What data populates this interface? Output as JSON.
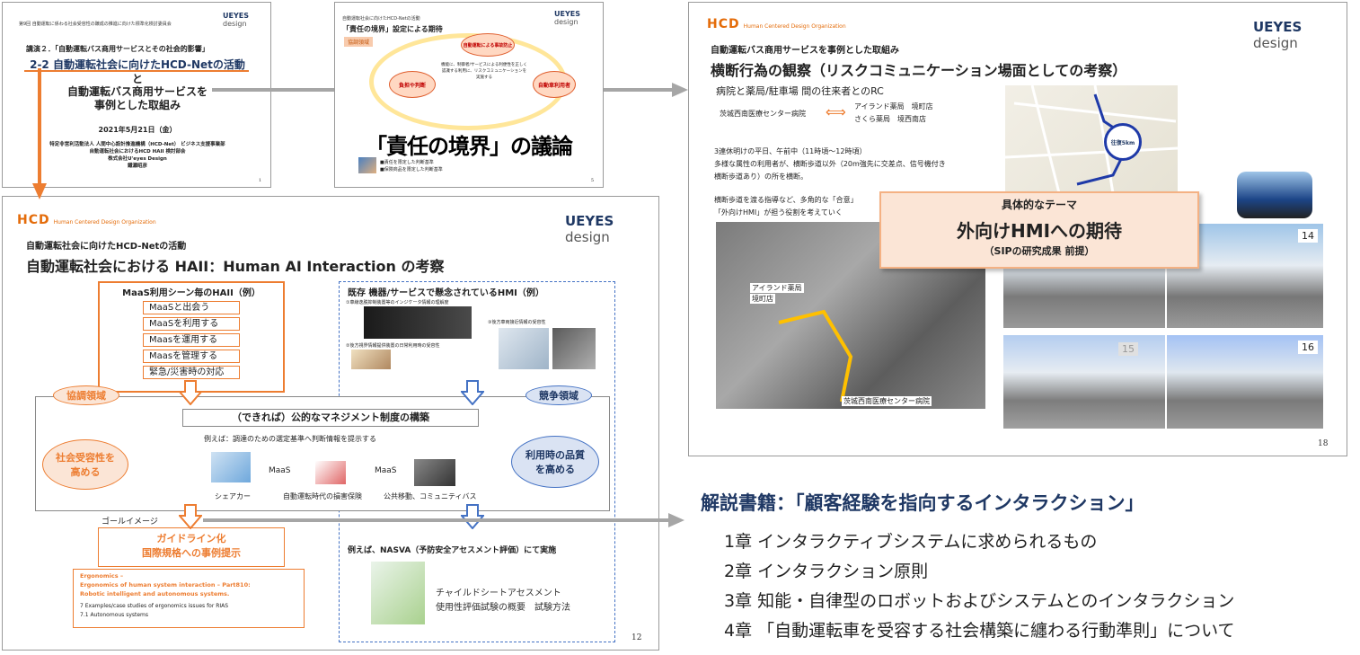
{
  "slide_top_left": {
    "header_small": "第9回 自動運転に係わる社会受容性の醸成の推進に向けた標準化検討委員会",
    "logo": "UEYES design",
    "lecture": "講演２．「自動運転バス商用サービスとその社会的影響」",
    "title1": "2-2 自動運転社会に向けたHCD-Netの活動",
    "title2": "と",
    "title3": "自動運転バス商用サービスを",
    "title4": "事例とした取組み",
    "date": "2021年5月21日（金）",
    "org1": "特定非営利活動法人 人間中心設計推進機構（HCD-Net） ビジネス支援事業部",
    "org2": "自動運転社会におけるHCD HAII 検討部会",
    "org3": "株式会社U'eyes Design",
    "org4": "鐵瀬昭彦",
    "page": "1"
  },
  "slide_top_mid": {
    "header_small": "自動運転社会に向けたHCD-Netの活動",
    "logo": "UEYES design",
    "title": "「責任の境界」設定による期待",
    "tag": "協調領域",
    "oval_center": "自動運転による事故防止",
    "oval_left": "負担や判断",
    "oval_right": "自動車利用者",
    "center_text": "機能に、制御者/サービスによる利便性を正しく認識する利用に、リスクコミュニケーションを実施する",
    "caption": "「責任の境界」の議論",
    "bullet1": "■責任を限定した判断基準",
    "bullet2": "■保険商品を限定した判断基準",
    "page": "5"
  },
  "slide_bottom_left": {
    "logo_hcd": "HCD",
    "logo_sub": "Human Centered Design Organization",
    "logo": "UEYES design",
    "subtitle": "自動運転社会に向けたHCD-Netの活動",
    "title": "自動運転社会における HAII：Human AI Interaction の考察",
    "maas_title": "MaaS利用シーン毎のHAII（例）",
    "maas_items": [
      "MaaSと出会う",
      "MaaSを利用する",
      "Maasを運用する",
      "Maasを管理する",
      "緊急/災害時の対応"
    ],
    "hmi_title": "既存 機器/サービスで懸念されているHMI（例）",
    "hmi_note1": "①車線逸脱抑制装置等のインジケータ情報の理解度",
    "hmi_note2": "②後方視界情報提供装置の日常利用時の受容性",
    "hmi_note3": "③後方車両接近情報の受容性",
    "kyocho": "協調領域",
    "kyoso": "競争領域",
    "koteki": "（できれば）公的なマネジメント制度の構築",
    "example": "例えば：調達のための選定基準へ判断情報を提示する",
    "shakai": "社会受容性を高める",
    "riyou": "利用時の品質を高める",
    "maas1": "MaaS",
    "maas2": "MaaS",
    "lab_share": "シェアカー",
    "lab_insurance": "自動運転時代の損害保険",
    "lab_public": "公共移動、コミュニティバス",
    "goal": "ゴールイメージ",
    "guideline": "ガイドライン化",
    "kokusai": "国際規格への事例提示",
    "ergo1": "Ergonomics –",
    "ergo2": "Ergonomics of human system interaction – Part810:",
    "ergo3": "Robotic intelligent and autonomous systems.",
    "ergo4": "7 Examples/case studies of ergonomics issues for RIAS",
    "ergo5": "7.1 Autonomous systems",
    "nasva": "例えば、NASVA（予防安全アセスメント評価）にて実施",
    "child1": "チャイルドシートアセスメント",
    "child2": "使用性評価試験の概要　試験方法",
    "page": "12"
  },
  "slide_right": {
    "logo_hcd": "HCD",
    "logo_sub": "Human Centered Design Organization",
    "logo": "UEYES design",
    "subtitle": "自動運転バス商用サービスを事例とした取組み",
    "title": "横断行為の観察（リスクコミュニケーション場面としての考察）",
    "line1": "病院と薬局/駐車場 間の往来者とのRC",
    "hospital": "茨城西南医療センター病院",
    "pharm1": "アイランド薬局　境町店",
    "pharm2": "さくら薬局　境西南店",
    "text1": "3連休明けの平日、午前中（11時頃～12時頃）",
    "text2": "多様な属性の利用者が、横断歩道以外（20m強先に交差点、信号機付き",
    "text3": "横断歩道あり）の所を横断。",
    "text4": "横断歩道を渡る指導など、多角的な「合意」",
    "text5": "「外向けHMI」が担う役割を考えていく",
    "map_label": "往復5km",
    "theme_small": "具体的なテーマ",
    "theme_big": "外向けHMIへの期待",
    "theme_sub": "（SIPの研究成果 前提）",
    "aerial1": "アイランド薬局",
    "aerial2": "境町店",
    "aerial3": "茨城西南医療センター病院",
    "photo14": "14",
    "photo15": "15",
    "photo16": "16",
    "page": "18"
  },
  "book": {
    "title": "解説書籍：「顧客経験を指向するインタラクション」",
    "chapters": [
      "1章 インタラクティブシステムに求められるもの",
      "2章 インタラクション原則",
      "3章 知能・自律型のロボットおよびシステムとのインタラクション",
      "4章 「自動運転車を受容する社会構築に纏わる行動準則」について"
    ]
  },
  "colors": {
    "orange": "#ed7d31",
    "navy": "#1f3864",
    "blue_dash": "#4472c4",
    "gray_arrow": "#a6a6a6"
  }
}
